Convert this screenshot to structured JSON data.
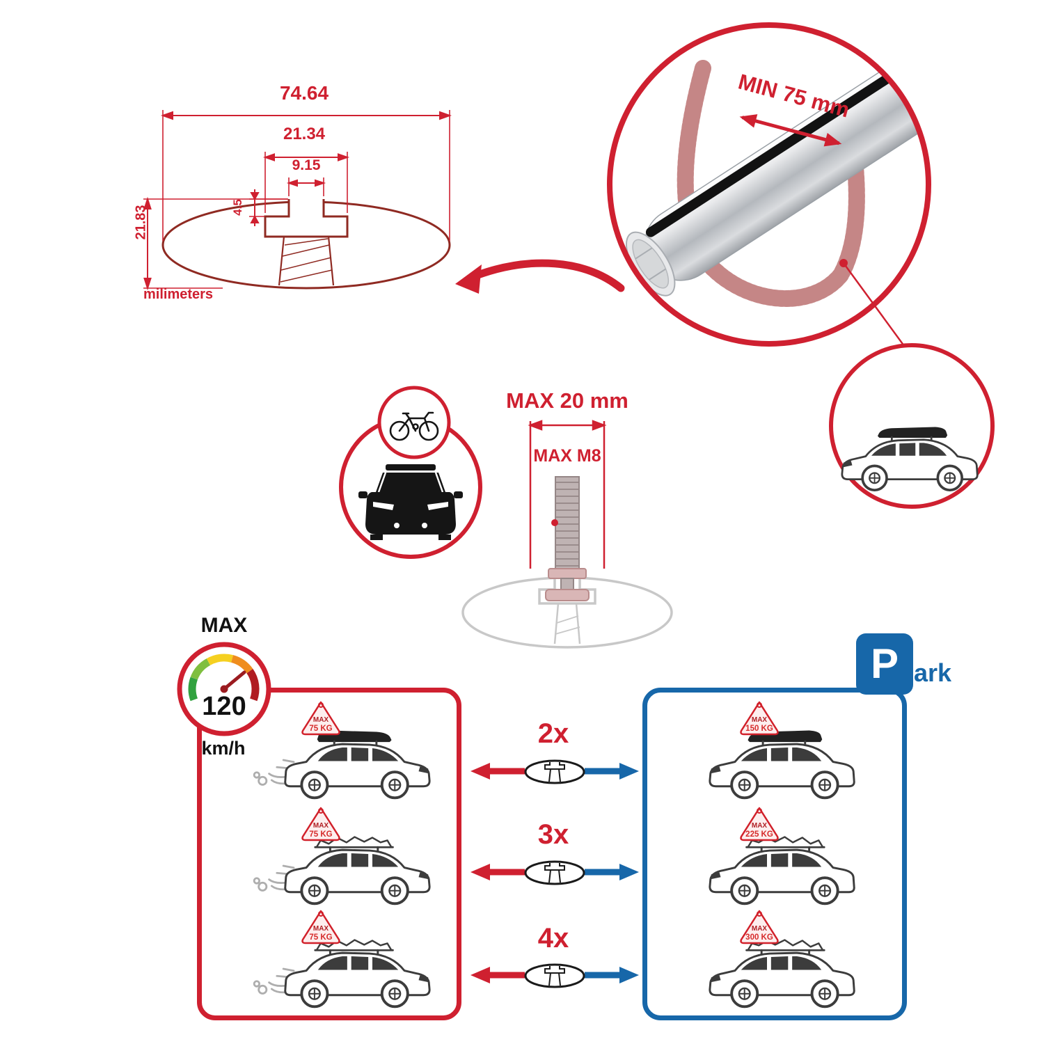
{
  "colors": {
    "accent_red": "#cf2030",
    "accent_blue": "#1767a9",
    "profile_outline_red": "#8f2a22",
    "ghost_gray": "#c8c8c8",
    "tag_red": "#d62b2b"
  },
  "profile_dimensions": {
    "total_width": "74.64",
    "channel_width": "21.34",
    "opening_width": "9.15",
    "lip_depth": "4.5",
    "profile_height": "21.83",
    "unit_label": "milimeters"
  },
  "bar_closeup": {
    "min_clamp_spacing": "MIN 75 mm"
  },
  "fastener": {
    "max_protrusion": "MAX 20 mm",
    "max_thread": "MAX M8"
  },
  "speed_limit": {
    "label": "MAX",
    "value": "120",
    "unit": "km/h"
  },
  "parking_sign": {
    "letter": "P",
    "suffix": "ark"
  },
  "capacity": {
    "driving": [
      {
        "tag_label": "MAX",
        "tag_value": "75 KG"
      },
      {
        "tag_label": "MAX",
        "tag_value": "75 KG"
      },
      {
        "tag_label": "MAX",
        "tag_value": "75 KG"
      }
    ],
    "parked": [
      {
        "tag_label": "MAX",
        "tag_value": "150 KG"
      },
      {
        "tag_label": "MAX",
        "tag_value": "225 KG"
      },
      {
        "tag_label": "MAX",
        "tag_value": "300 KG"
      }
    ],
    "bar_counts": [
      {
        "label": "2x"
      },
      {
        "label": "3x"
      },
      {
        "label": "4x"
      }
    ]
  }
}
